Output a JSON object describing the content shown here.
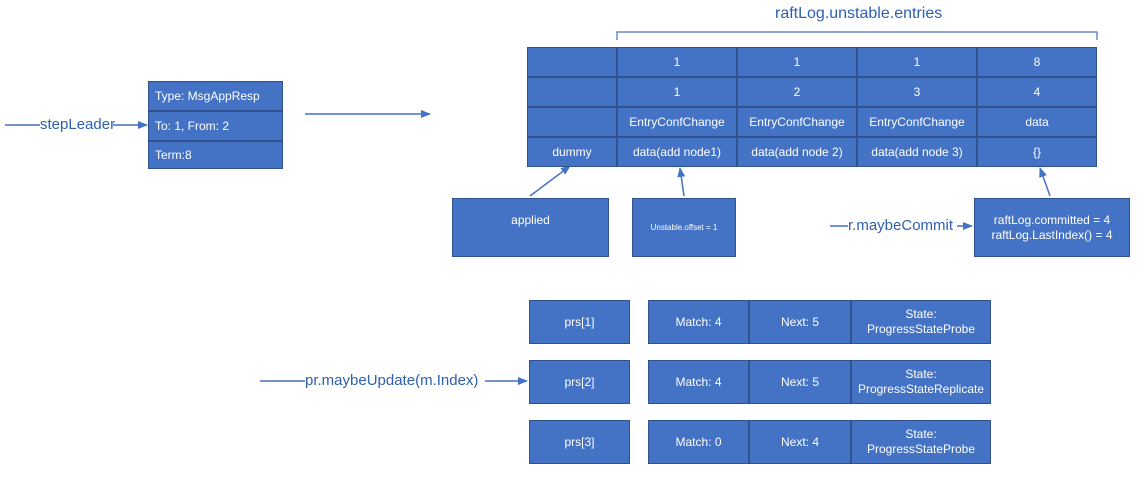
{
  "labels": {
    "entries_title": "raftLog.unstable.entries",
    "step_leader": "stepLeader",
    "maybe_commit": "r.maybeCommit",
    "maybe_update": "pr.maybeUpdate(m.Index)"
  },
  "message": {
    "type": "Type: MsgAppResp",
    "to_from": "To: 1, From: 2",
    "term": "Term:8"
  },
  "log_table": {
    "terms": [
      "1",
      "1",
      "1",
      "8"
    ],
    "indexes": [
      "1",
      "2",
      "3",
      "4"
    ],
    "entry_types": [
      "EntryConfChange",
      "EntryConfChange",
      "EntryConfChange",
      "data"
    ],
    "dummy": "dummy",
    "data": [
      "data(add node1)",
      "data(add node 2)",
      "data(add node 3)",
      "{}"
    ]
  },
  "pointers": {
    "applied": "applied",
    "unstable_offset": "Unstable.offset = 1",
    "committed": "raftLog.committed = 4",
    "last_index": "raftLog.LastIndex() = 4"
  },
  "progress": [
    {
      "id": "prs[1]",
      "match": "Match: 4",
      "next": "Next: 5",
      "state_label": "State:",
      "state_value": "ProgressStateProbe"
    },
    {
      "id": "prs[2]",
      "match": "Match: 4",
      "next": "Next: 5",
      "state_label": "State:",
      "state_value": "ProgressStateReplicate"
    },
    {
      "id": "prs[3]",
      "match": "Match: 0",
      "next": "Next: 4",
      "state_label": "State:",
      "state_value": "ProgressStateProbe"
    }
  ],
  "colors": {
    "box_fill": "#4472c4",
    "box_border": "#2f528f",
    "label_text": "#2e5fb0"
  }
}
